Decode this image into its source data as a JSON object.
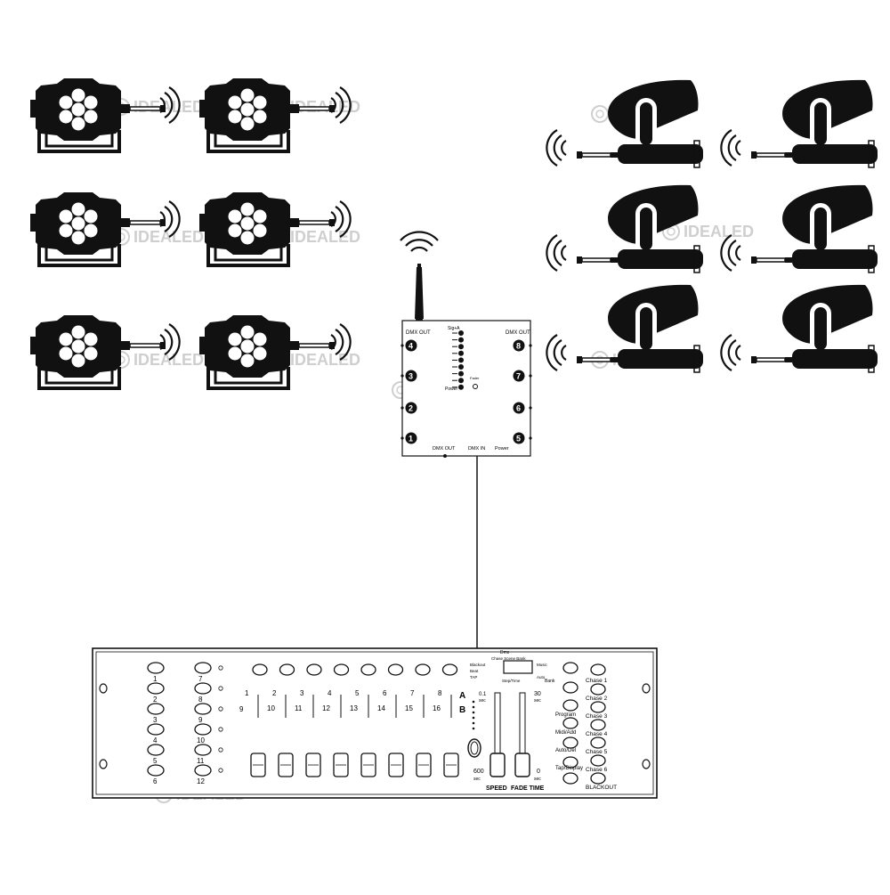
{
  "watermark": "IDEALED",
  "colors": {
    "ink": "#111111",
    "line": "#222222",
    "watermark": "#cfcfcf",
    "paper": "#ffffff"
  },
  "icons": {
    "par_light": "par-light-icon",
    "moving_head": "moving-head-icon",
    "wireless_signal": "wireless-signal-icon",
    "antenna": "antenna-icon"
  },
  "splitter": {
    "dmx_out_left": "DMX OUT",
    "dmx_out_right": "DMX OUT",
    "sig_label": "Sig+A",
    "power_led_label": "Power",
    "fader_label": "Fader",
    "bottom_dmx_out": "DMX OUT",
    "bottom_dmx_in": "DMX IN",
    "bottom_power": "Power",
    "left_ports": [
      "4",
      "3",
      "2",
      "1"
    ],
    "right_ports": [
      "8",
      "7",
      "6",
      "5"
    ]
  },
  "controller": {
    "scanner_labels": [
      "1",
      "2",
      "3",
      "4",
      "5",
      "6"
    ],
    "scene_labels": [
      "7",
      "8",
      "9",
      "10",
      "11",
      "12"
    ],
    "fader_top_labels": [
      "1",
      "2",
      "3",
      "4",
      "5",
      "6",
      "7",
      "8"
    ],
    "fader_bottom_labels": [
      "10",
      "11",
      "12",
      "13",
      "14",
      "15",
      "16"
    ],
    "bank_a_label": "A",
    "bank_b_label": "B",
    "page_9_label": "9",
    "display_top": "Dmx",
    "display_row": "Chase  Scene  Bank",
    "display_blackout": "Blackout",
    "display_beat": "Beat",
    "display_tap": "TAP",
    "display_music": "Music",
    "display_auto": "Auto",
    "display_bottom": "Step/Time",
    "bank_label": "Bank",
    "left_cmds": [
      "Program",
      "Midi/Add",
      "Auto/Del",
      "Tap/Display"
    ],
    "right_cmds": [
      "Chase 1",
      "Chase 2",
      "Chase 3",
      "Chase 4",
      "Chase 5",
      "Chase 6",
      "BLACKOUT"
    ],
    "speed_label": "SPEED",
    "fade_label": "FADE TIME",
    "speed_top": "0.1",
    "speed_top_unit": "sec",
    "speed_bottom": "600",
    "speed_bottom_unit": "sec",
    "fade_top": "30",
    "fade_top_unit": "sec",
    "fade_bottom": "0",
    "fade_bottom_unit": "sec"
  }
}
